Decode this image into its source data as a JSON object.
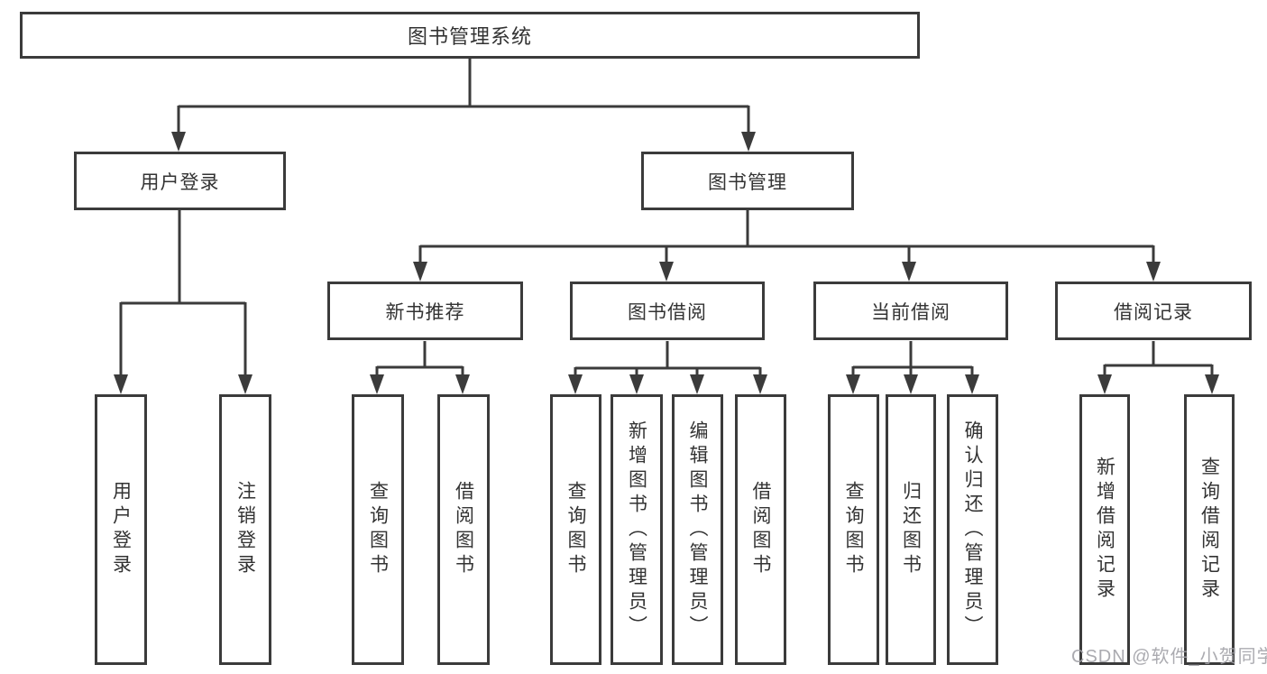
{
  "diagram": {
    "type": "hierarchy-tree",
    "direction": "top-down"
  },
  "colors": {
    "line": "#3b3b3b",
    "text": "#333333",
    "box_background": "#ffffff",
    "watermark": "#a2a2a8",
    "background": "#ffffff"
  },
  "tree": {
    "label": "图书管理系统",
    "children": [
      {
        "label": "用户登录",
        "children": [
          {
            "label": "用户登录"
          },
          {
            "label": "注销登录"
          }
        ]
      },
      {
        "label": "图书管理",
        "children": [
          {
            "label": "新书推荐",
            "children": [
              {
                "label": "查询图书"
              },
              {
                "label": "借阅图书"
              }
            ]
          },
          {
            "label": "图书借阅",
            "children": [
              {
                "label": "查询图书"
              },
              {
                "label": "新增图书（管理员）"
              },
              {
                "label": "编辑图书（管理员）"
              },
              {
                "label": "借阅图书"
              }
            ]
          },
          {
            "label": "当前借阅",
            "children": [
              {
                "label": "查询图书"
              },
              {
                "label": "归还图书"
              },
              {
                "label": "确认归还（管理员）"
              }
            ]
          },
          {
            "label": "借阅记录",
            "children": [
              {
                "label": "新增借阅记录"
              },
              {
                "label": "查询借阅记录"
              }
            ]
          }
        ]
      }
    ]
  },
  "watermark": {
    "text": "CSDN @软件_小贺同学"
  }
}
